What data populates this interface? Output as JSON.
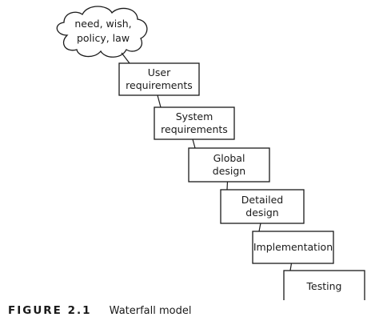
{
  "cloud": {
    "lines": [
      "need, wish,",
      "policy, law"
    ]
  },
  "steps": [
    {
      "lines": [
        "User",
        "requirements"
      ]
    },
    {
      "lines": [
        "System",
        "requirements"
      ]
    },
    {
      "lines": [
        "Global",
        "design"
      ]
    },
    {
      "lines": [
        "Detailed",
        "design"
      ]
    },
    {
      "lines": [
        "Implementation"
      ]
    },
    {
      "lines": [
        "Testing"
      ]
    }
  ],
  "caption": {
    "label": "FIGURE 2.1",
    "title": "Waterfall model"
  }
}
